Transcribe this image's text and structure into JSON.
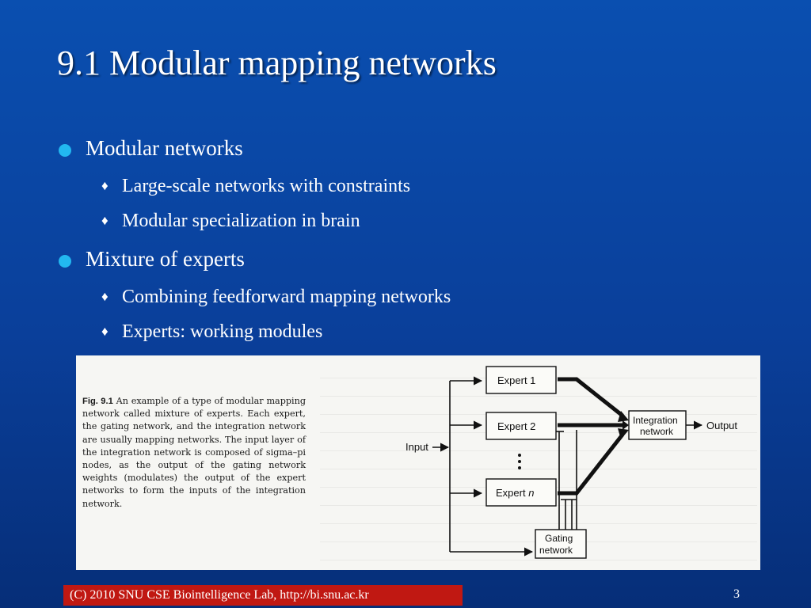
{
  "slide": {
    "title": "9.1 Modular mapping networks",
    "bullets": [
      {
        "text": "Modular networks",
        "sub": [
          "Large-scale networks with constraints",
          "Modular specialization in brain"
        ]
      },
      {
        "text": "Mixture of experts",
        "sub": [
          "Combining feedforward mapping networks",
          "Experts: working modules"
        ]
      }
    ],
    "bullet_color": "#22b8f0",
    "sub_bullet_glyph": "♦"
  },
  "figure": {
    "caption_label": "Fig. 9.1",
    "caption_text": "An example of a type of modular mapping network called mixture of experts. Each expert, the gating network, and the integration network are usually mapping networks. The input layer of the integration network is composed of sigma–pi nodes, as the output of the gating network weights (modulates) the output of the expert networks to form the inputs of the integration network.",
    "diagram": {
      "input_label": "Input",
      "expert1_label": "Expert 1",
      "expert2_label": "Expert 2",
      "expertn_label": "Expert ",
      "expertn_italic": "n",
      "integration_line1": "Integration",
      "integration_line2": "network",
      "output_label": "Output",
      "gating_line1": "Gating",
      "gating_line2": "network"
    }
  },
  "footer": {
    "text": "(C) 2010 SNU CSE Biointelligence Lab,   http://bi.snu.ac.kr",
    "page_number": "3",
    "background": "#c01812"
  }
}
